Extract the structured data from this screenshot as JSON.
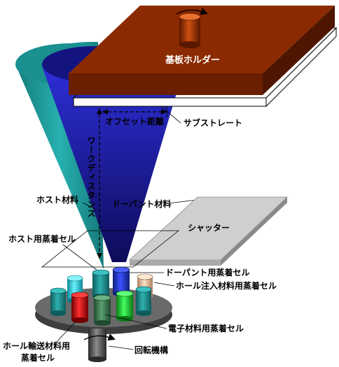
{
  "labels": {
    "substrate_holder": "基板ホルダー",
    "offset_distance": "オフセット距離",
    "substrate": "サブストレート",
    "work_distance": "ワークディスタンス",
    "host_material": "ホスト材料",
    "dopant_material": "ドーパント材料",
    "shutter": "シャッター",
    "host_cell": "ホスト用蒸着セル",
    "dopant_cell": "ドーパント用蒸着セル",
    "hole_injection_cell": "ホール注入材料用蒸着セル",
    "electron_cell": "電子材料用蒸着セル",
    "hole_transport_cell_line1": "ホール輸送材料用",
    "hole_transport_cell_line2": "蒸着セル",
    "rotation_mechanism": "回転機構"
  },
  "colors": {
    "holder_top": "#8b2a00",
    "holder_front": "#6b1e00",
    "host_cone": "#1e9c9c",
    "dopant_cone": "#2a2ad0",
    "shutter_top": "#c8c8c8",
    "table": "#5a5a5a",
    "cell_host": "#1a8a8a",
    "cell_dopant": "#2a3acc",
    "cell_hole_injection": "#f0c8a0",
    "cell_electron": "#22c83a",
    "cell_hole_transport": "#cc1111",
    "cell_cyan": "#22d0e0",
    "cell_teal": "#2a8a8a"
  }
}
